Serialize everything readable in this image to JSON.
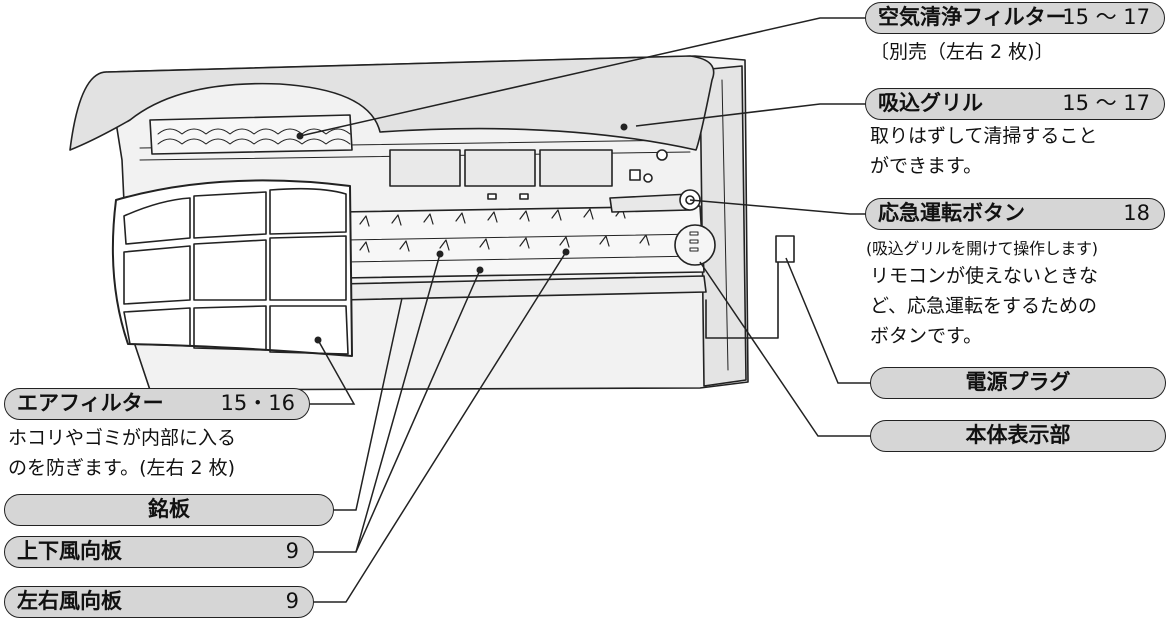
{
  "labels": {
    "air_purify_filter": {
      "name": "空気清浄フィルター",
      "pages": "15 ～ 17",
      "note": "〔別売（左右 2 枚)〕"
    },
    "intake_grille": {
      "name": "吸込グリル",
      "pages": "15 ～ 17",
      "desc_line1": "取りはずして清掃すること",
      "desc_line2": "ができます。"
    },
    "emergency_button": {
      "name": "応急運転ボタン",
      "pages": "18",
      "note": "(吸込グリルを開けて操作します)",
      "desc_line1": "リモコンが使えないときな",
      "desc_line2": "ど、応急運転をするための",
      "desc_line3": "ボタンです。"
    },
    "power_plug": {
      "name": "電源プラグ"
    },
    "display": {
      "name": "本体表示部"
    },
    "air_filter": {
      "name": "エアフィルター",
      "pages": "15・16",
      "desc_line1": "ホコリやゴミが内部に入る",
      "desc_line2": "のを防ぎます。(左右 2 枚)"
    },
    "nameplate": {
      "name": "銘板"
    },
    "vertical_louver": {
      "name": "上下風向板",
      "pages": "9"
    },
    "horizontal_louver": {
      "name": "左右風向板",
      "pages": "9"
    }
  },
  "colors": {
    "line": "#222222",
    "pill_fill": "#d6d6d6",
    "panel_fill": "#ebebeb",
    "filter_fill": "#ffffff"
  }
}
